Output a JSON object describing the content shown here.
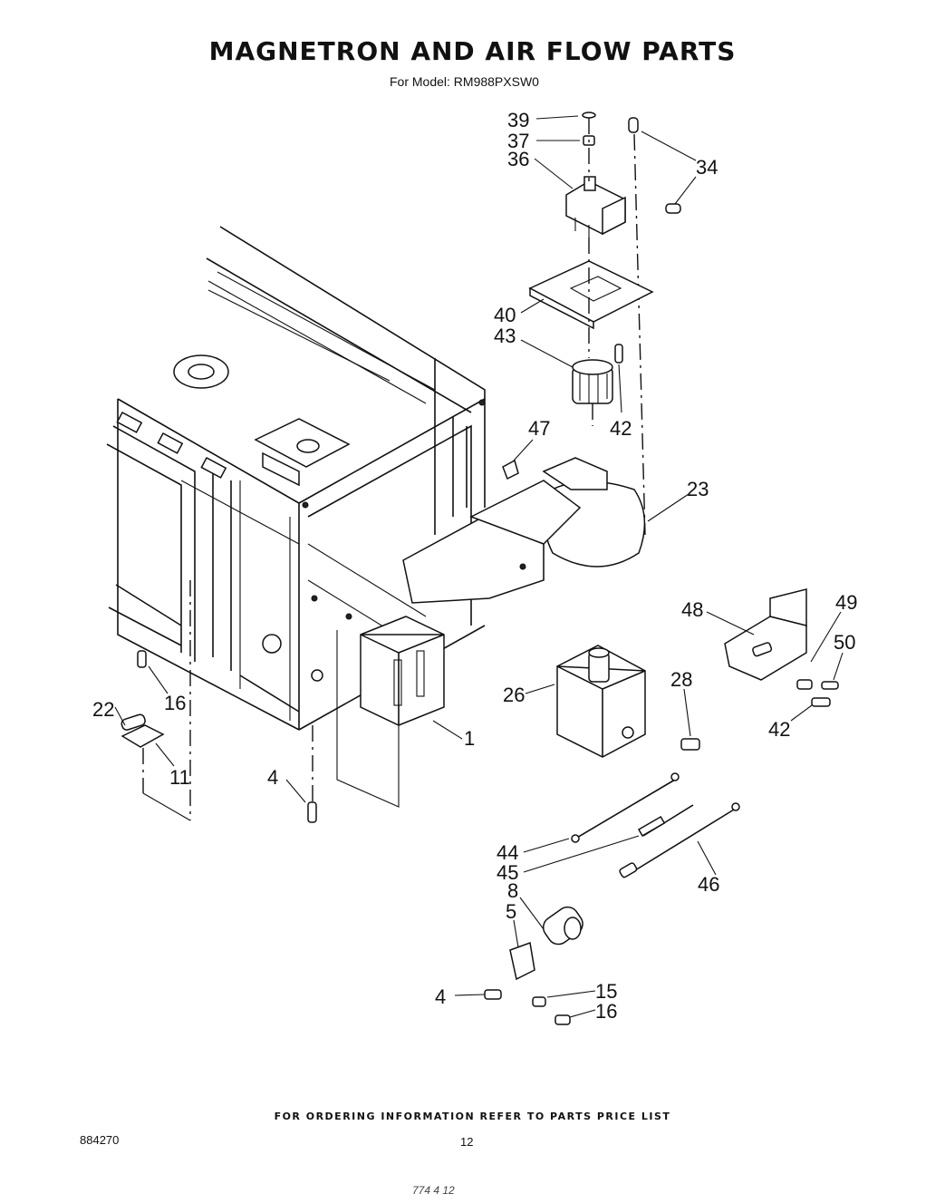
{
  "header": {
    "title": "MAGNETRON AND AIR FLOW PARTS",
    "model_line": "For Model: RM988PXSW0"
  },
  "callouts": [
    {
      "id": "c39",
      "label": "39"
    },
    {
      "id": "c37",
      "label": "37"
    },
    {
      "id": "c36",
      "label": "36"
    },
    {
      "id": "c34",
      "label": "34"
    },
    {
      "id": "c40",
      "label": "40"
    },
    {
      "id": "c43",
      "label": "43"
    },
    {
      "id": "c42a",
      "label": "42"
    },
    {
      "id": "c47",
      "label": "47"
    },
    {
      "id": "c23",
      "label": "23"
    },
    {
      "id": "c48",
      "label": "48"
    },
    {
      "id": "c49",
      "label": "49"
    },
    {
      "id": "c50",
      "label": "50"
    },
    {
      "id": "c26",
      "label": "26"
    },
    {
      "id": "c28",
      "label": "28"
    },
    {
      "id": "c42b",
      "label": "42"
    },
    {
      "id": "c16a",
      "label": "16"
    },
    {
      "id": "c22",
      "label": "22"
    },
    {
      "id": "c11",
      "label": "11"
    },
    {
      "id": "c1",
      "label": "1"
    },
    {
      "id": "c4a",
      "label": "4"
    },
    {
      "id": "c44",
      "label": "44"
    },
    {
      "id": "c45",
      "label": "45"
    },
    {
      "id": "c46",
      "label": "46"
    },
    {
      "id": "c8",
      "label": "8"
    },
    {
      "id": "c5",
      "label": "5"
    },
    {
      "id": "c4b",
      "label": "4"
    },
    {
      "id": "c15",
      "label": "15"
    },
    {
      "id": "c16b",
      "label": "16"
    }
  ],
  "footer": {
    "ordering_note": "FOR ORDERING INFORMATION REFER TO PARTS PRICE LIST",
    "doc_number": "884270",
    "page_number": "12",
    "bottom_mark": "774 4 12"
  }
}
